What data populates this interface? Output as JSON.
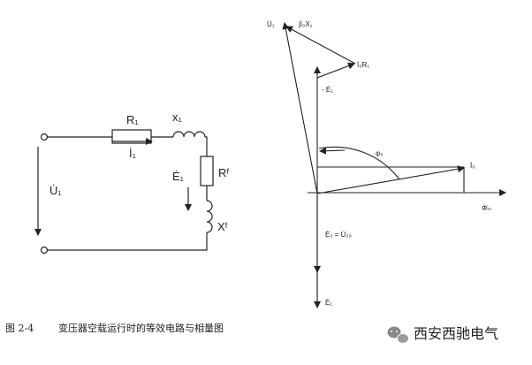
{
  "circuit": {
    "r1": "R₁",
    "x1": "x₁",
    "i1": "İ₁",
    "u1": "U̇₁",
    "e1": "Ė₁",
    "rf": "Rᶠ",
    "xf": "Xᶠ"
  },
  "phasor": {
    "u1": "U̇₁",
    "jixl": "jİ₀X₁",
    "ir1": "İ₀R₁",
    "neg_e1": "- Ė₁",
    "angle": "φ₀",
    "i0": "İ₀",
    "phi_m": "Φ̇ₘ",
    "e2_u20": "Ė₂ = U̇₂₀",
    "e1": "Ė₁"
  },
  "caption": {
    "number": "图  2-4",
    "text": "变压器空载运行时的等效电路与相量图"
  },
  "watermark": {
    "text": "西安西驰电气"
  }
}
